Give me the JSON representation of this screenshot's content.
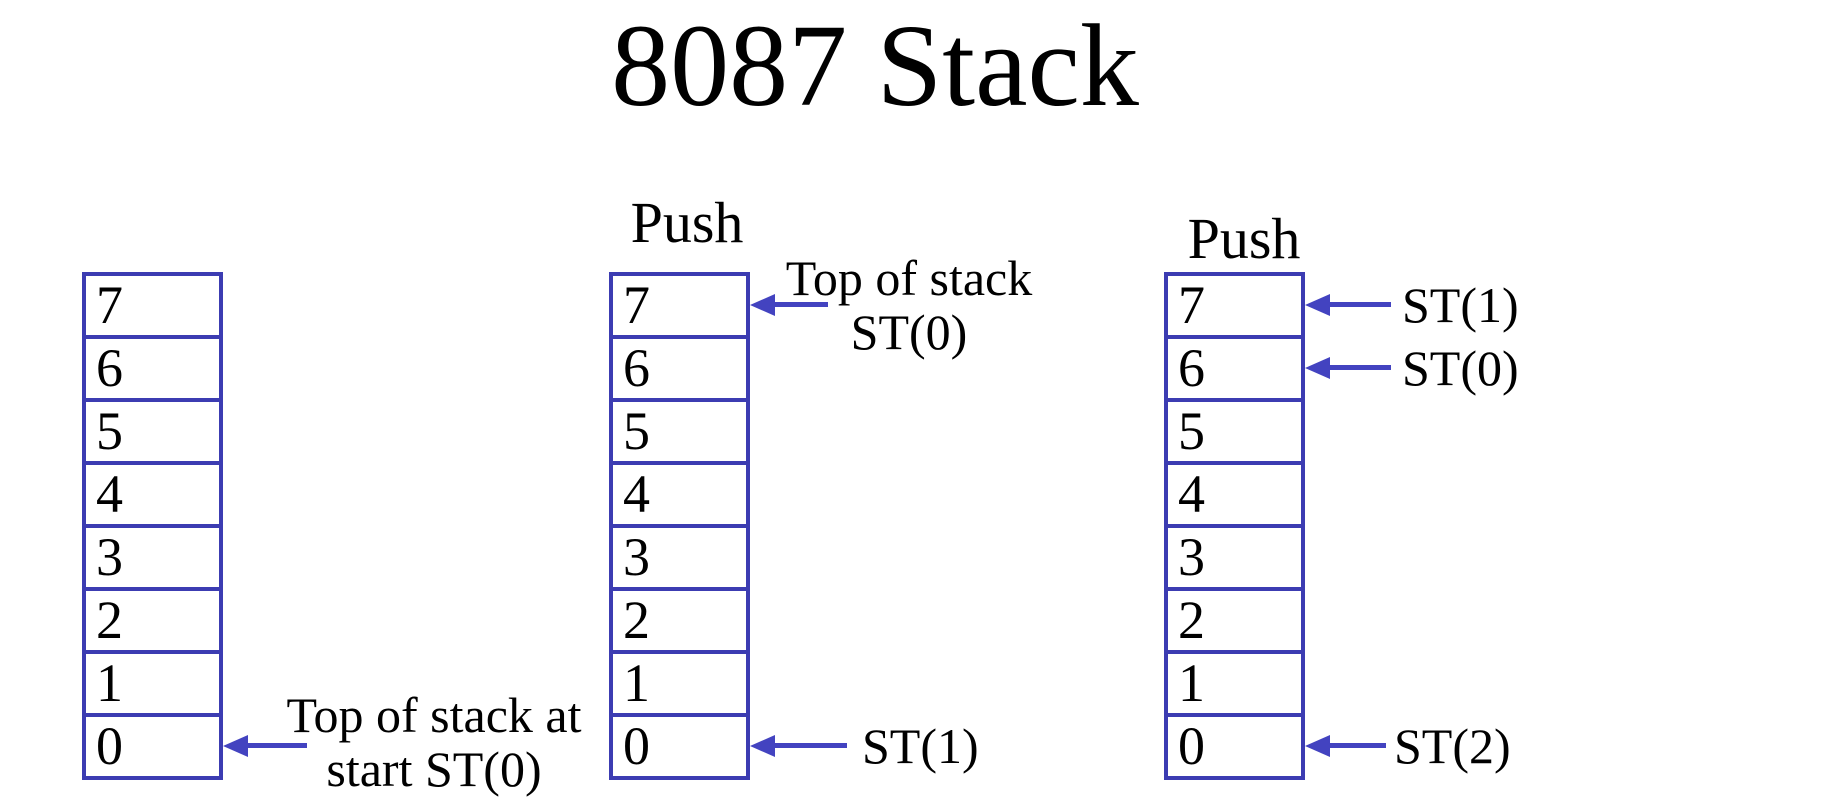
{
  "title": "8087 Stack",
  "colors": {
    "stack_border": "#3c3cb2",
    "arrow": "#4343c0",
    "text": "#000000",
    "background": "#ffffff"
  },
  "stacks": [
    {
      "id": "initial-state",
      "push_label": "",
      "cells": [
        "7",
        "6",
        "5",
        "4",
        "3",
        "2",
        "1",
        "0"
      ],
      "annotations": [
        {
          "target_cell": "0",
          "lines": [
            "Top of stack at",
            "start ST(0)"
          ]
        }
      ]
    },
    {
      "id": "after-first-push",
      "push_label": "Push",
      "cells": [
        "7",
        "6",
        "5",
        "4",
        "3",
        "2",
        "1",
        "0"
      ],
      "annotations": [
        {
          "target_cell": "7",
          "lines": [
            "Top of stack",
            "ST(0)"
          ]
        },
        {
          "target_cell": "0",
          "lines": [
            "ST(1)"
          ]
        }
      ]
    },
    {
      "id": "after-second-push",
      "push_label": "Push",
      "cells": [
        "7",
        "6",
        "5",
        "4",
        "3",
        "2",
        "1",
        "0"
      ],
      "annotations": [
        {
          "target_cell": "7",
          "lines": [
            "ST(1)"
          ]
        },
        {
          "target_cell": "6",
          "lines": [
            "ST(0)"
          ]
        },
        {
          "target_cell": "0",
          "lines": [
            "ST(2)"
          ]
        }
      ]
    }
  ]
}
